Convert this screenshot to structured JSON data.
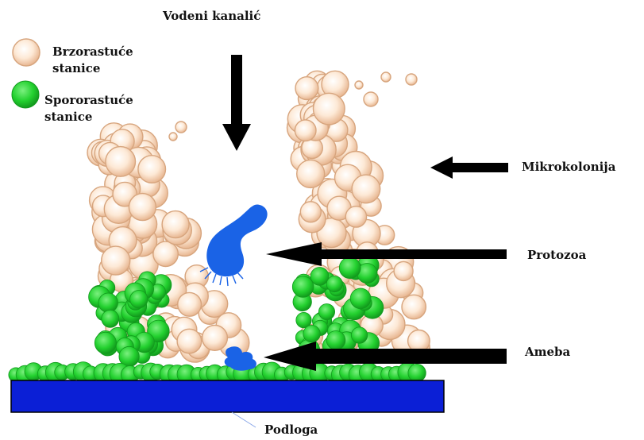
{
  "diagram": {
    "title": "Vodeni kanalić",
    "legend": {
      "fast_growing": "Brzorastuće stanice",
      "slow_growing": "Spororastuće stanice"
    },
    "labels": {
      "microcolony": "Mikrokolonija",
      "protozoa": "Protozoa",
      "amoeba": "Ameba",
      "substrate": "Podloga"
    }
  },
  "colors": {
    "substrate": "#0b1fd6",
    "protozoa": "#1a63e6",
    "slow_cell": "#23d12f",
    "fast_cell_fill": "#fde9d6",
    "fast_cell_edge": "#d7a57e",
    "arrow": "#000000"
  },
  "icons": {
    "fast_cell": "peach-sphere",
    "slow_cell": "green-sphere",
    "arrow": "solid-black-arrow"
  }
}
